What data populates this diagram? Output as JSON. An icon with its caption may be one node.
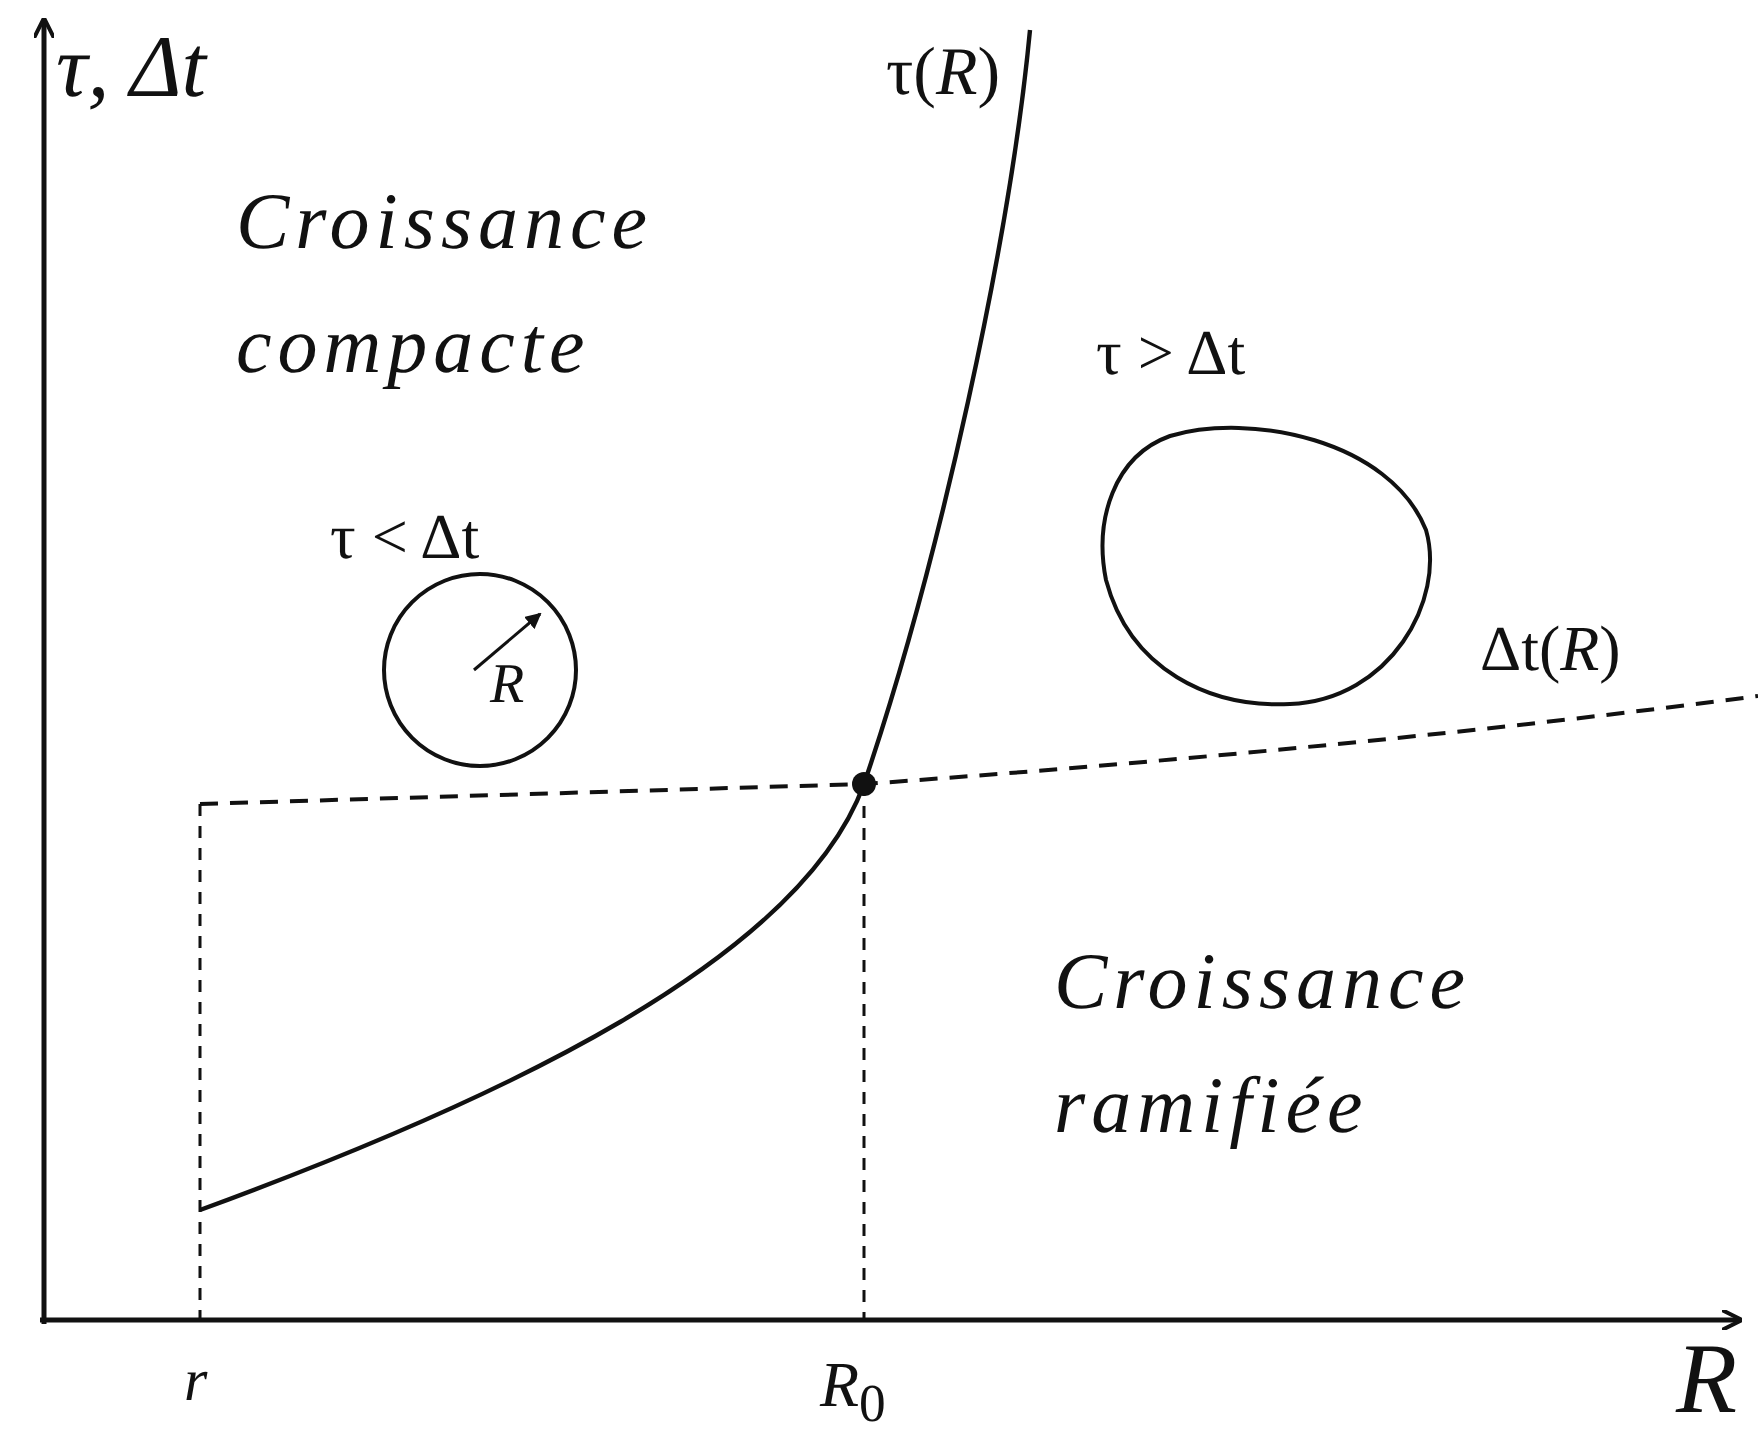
{
  "diagram": {
    "nodes": [
      {
        "text": [
          "*R*"
        ]
      },
      {
        "text": [],
        "shape": "circle"
      }
    ],
    "labels": [
      "*τ, Δt*",
      "τ(*R*)",
      "Croissance compacte",
      "τ > Δt",
      "τ < Δt",
      "Δt(*R*)",
      "Croissance ramifiée",
      "*r*",
      "*R*$_{0}$",
      "*R*"
    ]
  }
}
